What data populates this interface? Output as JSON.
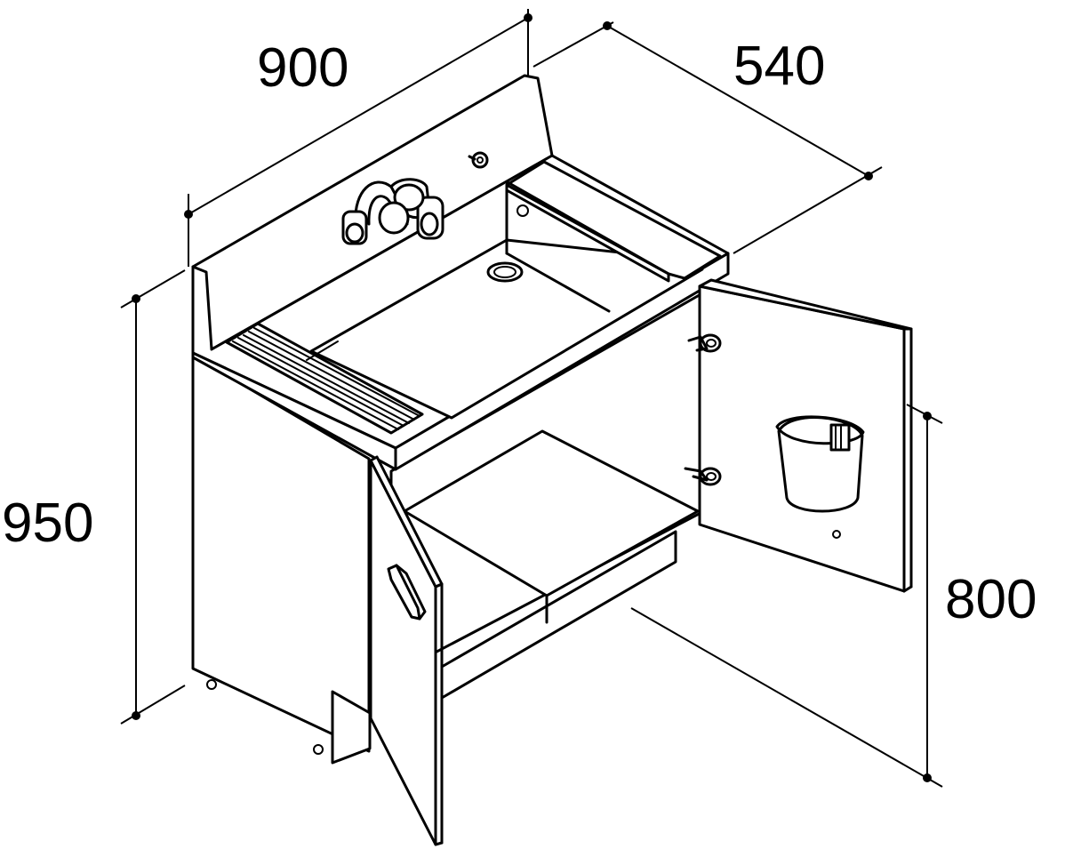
{
  "diagram": {
    "dimensions": {
      "width": "900",
      "depth": "540",
      "height": "950",
      "counter_height": "800"
    },
    "colors": {
      "line": "#000000",
      "background": "#ffffff"
    }
  }
}
